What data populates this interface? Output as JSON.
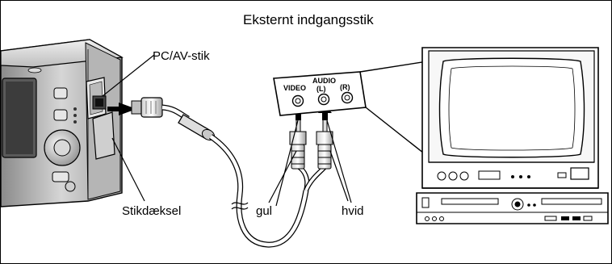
{
  "diagram": {
    "header": "Eksternt indgangsstik",
    "labels": {
      "pc_av_port": "PC/AV-stik",
      "port_cover": "Stikdæksel",
      "yellow": "gul",
      "white": "hvid"
    },
    "tv_jacks": {
      "video": "VIDEO",
      "audio": "AUDIO",
      "left": "(L)",
      "right": "(R)"
    }
  }
}
